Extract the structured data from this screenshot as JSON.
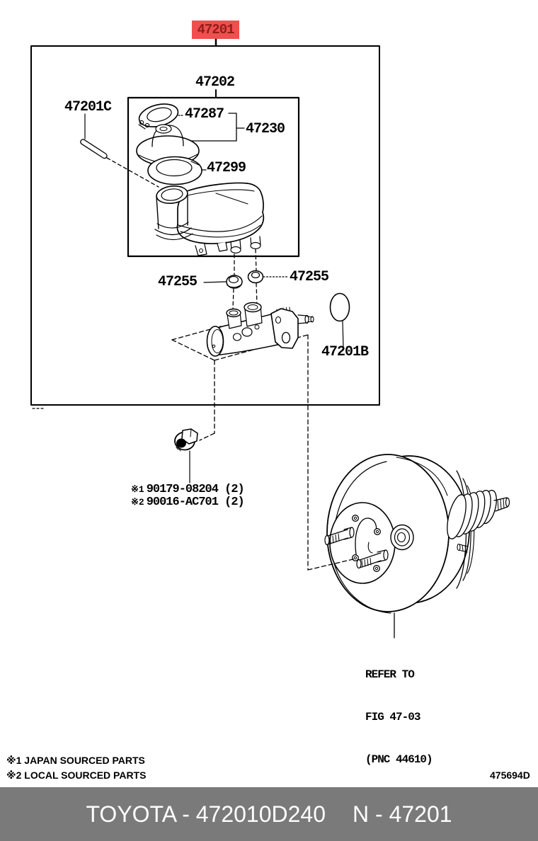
{
  "colors": {
    "highlight_bg": "#ef4f4e",
    "highlight_text": "#8e1f1b",
    "footer_bg": "#7a7a7a",
    "footer_text": "#ffffff",
    "line_art": "#000000"
  },
  "callouts": {
    "selected_part": "47201",
    "reservoir_assy": "47202",
    "pin": "47201C",
    "cap": "47287",
    "cap_assy": "47230",
    "ring": "47299",
    "grommet_left": "47255",
    "grommet_right": "47255",
    "oring": "47201B"
  },
  "notes": {
    "line1_prefix": "※1",
    "line1_number": "90179-08204 (2)",
    "line2_prefix": "※2",
    "line2_number": "90016-AC701 (2)"
  },
  "refer": {
    "line1": "REFER TO",
    "line2": "FIG 47-03",
    "line3": "(PNC 44610)"
  },
  "footnotes": [
    {
      "text": "※1 JAPAN SOURCED PARTS"
    },
    {
      "text": "※2 LOCAL SOURCED PARTS"
    }
  ],
  "drawing_code": "475694D",
  "footer": {
    "left": "TOYOTA - 472010D240",
    "right": "N - 47201"
  }
}
